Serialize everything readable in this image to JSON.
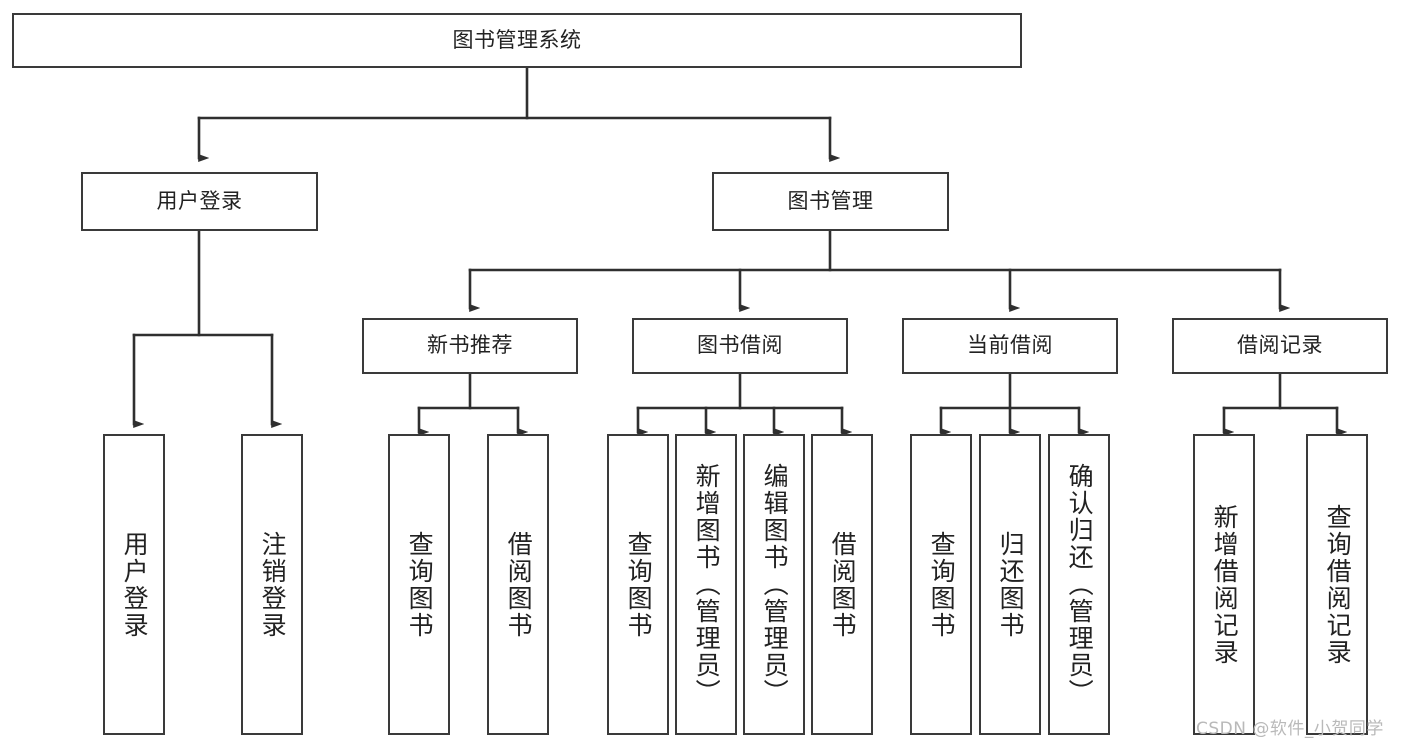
{
  "diagram": {
    "type": "tree",
    "title": "图书管理系统",
    "orientation": "top-down",
    "colors": {
      "box_border": "#3a3a3a",
      "box_fill": "#ffffff",
      "edge": "#2f2f2f",
      "text": "#222222",
      "watermark": "#b9b9b9",
      "background": "#ffffff"
    },
    "root": {
      "label": "图书管理系统"
    },
    "level2": [
      {
        "label": "用户登录"
      },
      {
        "label": "图书管理"
      }
    ],
    "level3": [
      {
        "label": "新书推荐"
      },
      {
        "label": "图书借阅"
      },
      {
        "label": "当前借阅"
      },
      {
        "label": "借阅记录"
      }
    ],
    "leaves": {
      "user_login": [
        {
          "label": "用户登录"
        },
        {
          "label": "注销登录"
        }
      ],
      "new_book_recommend": [
        {
          "label": "查询图书"
        },
        {
          "label": "借阅图书"
        }
      ],
      "book_borrow": [
        {
          "label": "查询图书"
        },
        {
          "label": "新增图书（管理员）"
        },
        {
          "label": "编辑图书（管理员）"
        },
        {
          "label": "借阅图书"
        }
      ],
      "current_borrow": [
        {
          "label": "查询图书"
        },
        {
          "label": "归还图书"
        },
        {
          "label": "确认归还（管理员）"
        }
      ],
      "borrow_record": [
        {
          "label": "新增借阅记录"
        },
        {
          "label": "查询借阅记录"
        }
      ]
    }
  },
  "watermark": {
    "text": "CSDN @软件_小贺同学"
  }
}
